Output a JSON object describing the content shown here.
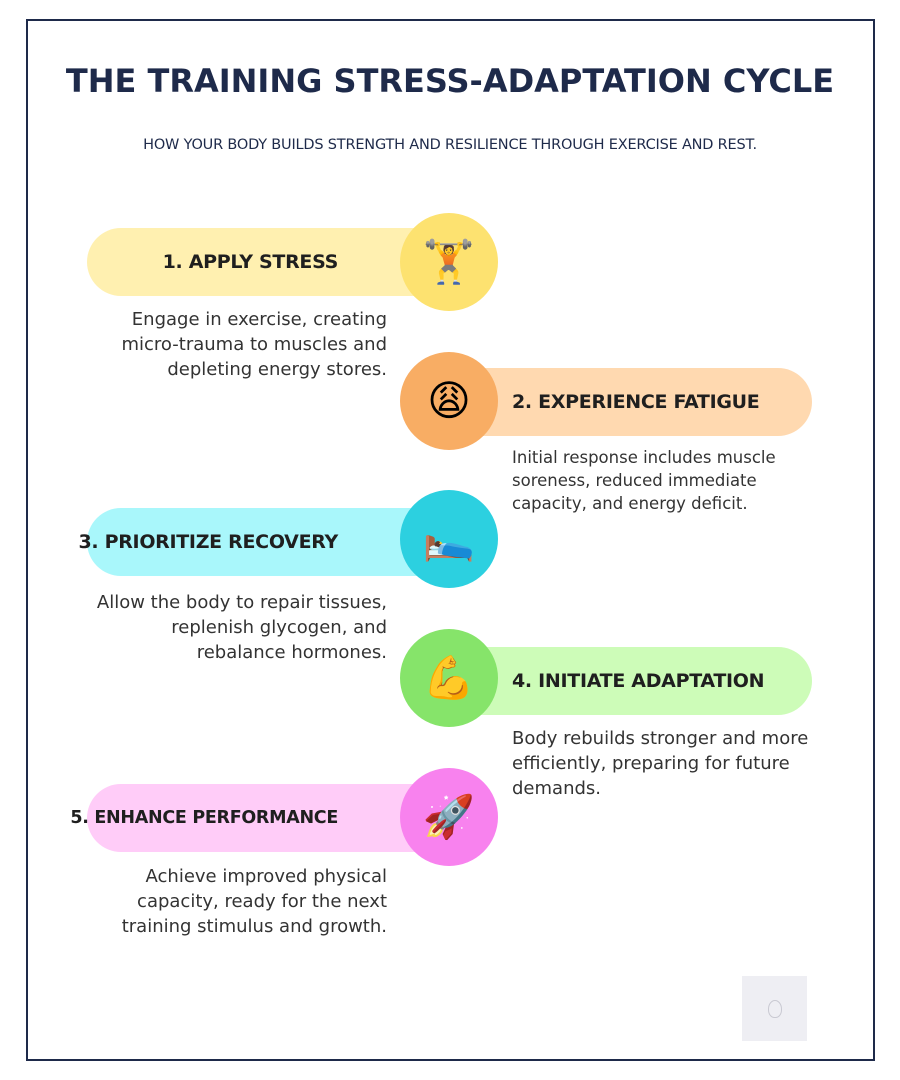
{
  "header": {
    "title": "THE TRAINING STRESS-ADAPTATION CYCLE",
    "subtitle": "HOW YOUR BODY BUILDS STRENGTH AND RESILIENCE THROUGH EXERCISE AND REST."
  },
  "steps": [
    {
      "label": "1. APPLY STRESS",
      "icon": "weightlifter-icon",
      "emoji": "🏋️",
      "description": "Engage in exercise, creating micro-trauma to muscles and depleting energy stores.",
      "side": "left",
      "pill_color": "#fff0b0",
      "circle_color": "#fde270"
    },
    {
      "label": "2. EXPERIENCE FATIGUE",
      "icon": "weary-face-icon",
      "emoji": "😩",
      "description": "Initial response includes muscle soreness, reduced immediate capacity, and energy deficit.",
      "side": "right",
      "pill_color": "#ffd9b0",
      "circle_color": "#f8ad64"
    },
    {
      "label": "3. PRIORITIZE RECOVERY",
      "icon": "bed-icon",
      "emoji": "🛌",
      "description": "Allow the body to repair tissues, replenish glycogen, and rebalance hormones.",
      "side": "left",
      "pill_color": "#a9f7fb",
      "circle_color": "#2cd0e0"
    },
    {
      "label": "4. INITIATE ADAPTATION",
      "icon": "flexed-biceps-icon",
      "emoji": "💪",
      "description": "Body rebuilds stronger and more efficiently, preparing for future demands.",
      "side": "right",
      "pill_color": "#cdfcb8",
      "circle_color": "#86e46a"
    },
    {
      "label": "5. ENHANCE PERFORMANCE",
      "icon": "rocket-icon",
      "emoji": "🚀",
      "description": "Achieve improved physical capacity, ready for the next training stimulus and growth.",
      "side": "left",
      "pill_color": "#ffccf8",
      "circle_color": "#f882ee"
    }
  ]
}
